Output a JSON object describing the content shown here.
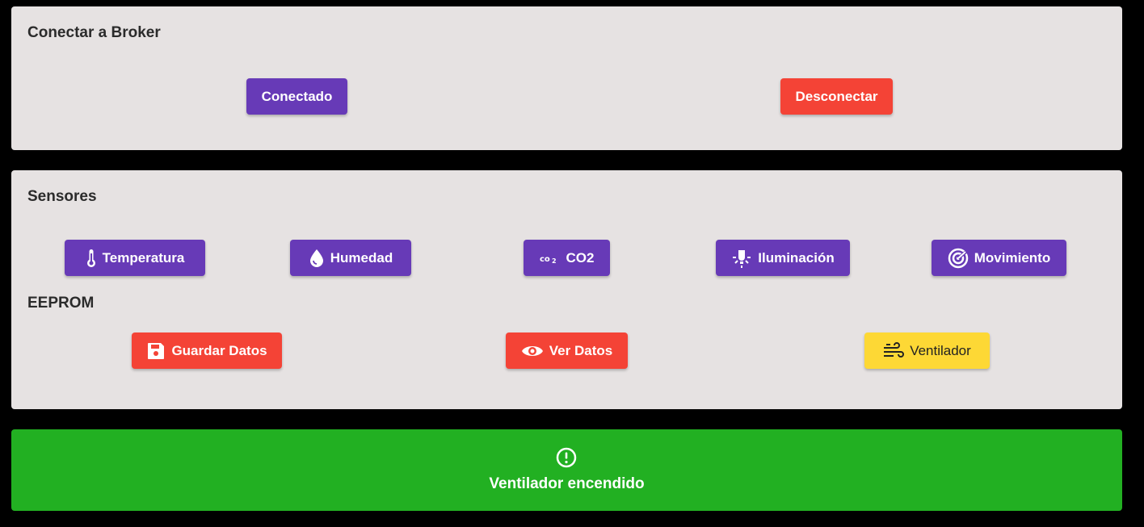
{
  "broker": {
    "title": "Conectar a Broker",
    "connect_label": "Conectado",
    "disconnect_label": "Desconectar"
  },
  "sensors": {
    "title": "Sensores",
    "buttons": [
      {
        "label": "Temperatura",
        "icon": "thermometer-icon"
      },
      {
        "label": "Humedad",
        "icon": "water-drop-icon"
      },
      {
        "label": "CO2",
        "icon": "co2-icon"
      },
      {
        "label": "Iluminación",
        "icon": "light-bulb-icon"
      },
      {
        "label": "Movimiento",
        "icon": "radar-icon"
      }
    ]
  },
  "eeprom": {
    "title": "EEPROM",
    "save_label": "Guardar Datos",
    "view_label": "Ver Datos",
    "fan_label": "Ventilador"
  },
  "banner": {
    "message": "Ventilador encendido",
    "icon": "alert-circle-icon"
  },
  "colors": {
    "purple": "#673ab7",
    "red": "#f44336",
    "yellow": "#fdd835",
    "green": "#22b022",
    "card": "#e6e2e2"
  }
}
